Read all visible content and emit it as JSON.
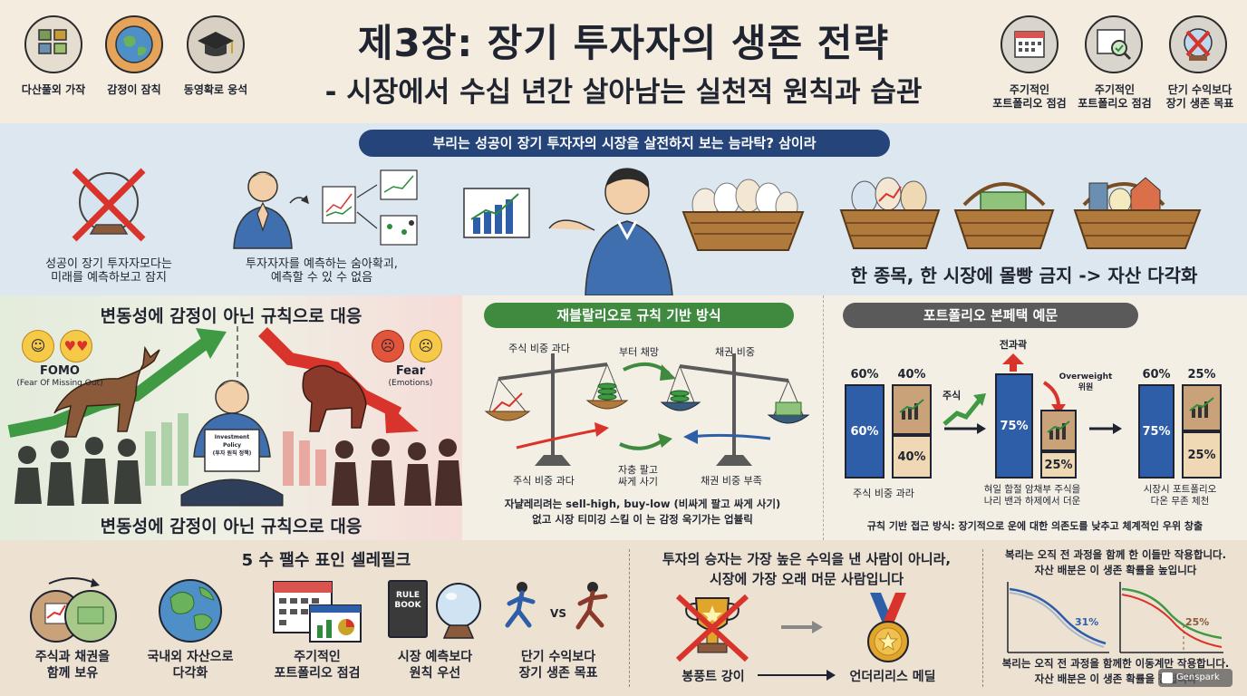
{
  "header": {
    "title": "제3장: 장기 투자자의 생존 전략",
    "subtitle": "- 시장에서 수십 년간 살아남는 실천적 원칙과 습관",
    "left_icons": [
      {
        "label": "다산풀외 가작",
        "icon": "assets-grid-icon"
      },
      {
        "label": "감정이 잠칙",
        "icon": "globe-icon"
      },
      {
        "label": "동영확로 웅석",
        "icon": "graduation-cap-icon"
      }
    ],
    "right_icons": [
      {
        "label": "주기적인\n포트폴리오 점검",
        "icon": "calendar-icon"
      },
      {
        "label": "주기적인\n포트폴리오 점검",
        "icon": "magnifier-icon"
      },
      {
        "label": "단기 수익보다\n장기 생존 목표",
        "icon": "crystal-ball-icon"
      }
    ]
  },
  "banner": {
    "title": "부리는 성공이 장기 투자자의 시장을 살전하지 보는 늠라탁? 삼이라",
    "captions": [
      "성공이 장기 투자자모다는\n미래를 예측하보고 잠지",
      "투자자자를 예측하는 숨아확괴,\n예측할 수 있 수 없음"
    ],
    "diversify_text": "한 종목, 한 시장에 몰빵 금지 -> 자산 다각화"
  },
  "volatility": {
    "title": "변동성에 감정이 아닌 규칙으로 대응",
    "bottom_title": "변동성에 감정이 아닌 규칙으로 대응",
    "fomo": "FOMO",
    "fomo_sub": "(Fear Of Missing Out)",
    "fear": "Fear",
    "fear_sub": "(Emotions)",
    "paper_text": "Investment Policy\n(투자 원칙 정책)"
  },
  "rebalancing": {
    "title": "재블랄리오로 규칙 기반 방식",
    "label_stock_over": "주식 비중 과다",
    "label_from": "부터 채망",
    "label_bond": "채권 비중",
    "label_stock_over_bottom": "주식 비중 과다",
    "label_sell_buy": "자충 팔고\n싸게 사기",
    "label_bond_short": "채권 비중 부족",
    "footer": "자냘레리려는 sell-high, buy-low (비싸게 팔고 싸게 사기)\n없고 시장 티미깅 스킬 이 는 감정 욱기가는 업뷸릭"
  },
  "portfolio": {
    "title": "포트폴리오 본페택 예문",
    "bar1_top": "60%",
    "bar1_value": "60%",
    "bar2_top": "40%",
    "bar2_value": "40%",
    "stock_label": "주식",
    "top_arrow": "전과곽",
    "overweight": "Overweight\n위원",
    "mid_value": "75%",
    "mid_small": "25%",
    "caption1": "주식 비중 과라",
    "caption2": "혀일 함절 암채부 주식을\n나리 밴과 하제에서 더운",
    "caption3": "시장시 포트폴리오\n다온 무존 체천",
    "right_top1": "60%",
    "right_top2": "25%",
    "right_value1": "75%",
    "right_value2": "25%",
    "footer": "규칙 기반 접근 방식: 장기적으로 운에 대한 의존도를 낮추고 체계적인 우위 창출"
  },
  "checklist": {
    "title": "5 수 팰수 표인 셀레필크",
    "items": [
      {
        "label": "주식과 채권을\n함께 보유",
        "icon": "stock-bond-coins-icon"
      },
      {
        "label": "국내외 자산으로\n다각화",
        "icon": "globe-icon"
      },
      {
        "label": "주기적인\n포트폴리오 점검",
        "icon": "calendar-chart-icon"
      },
      {
        "label": "시장 예측보다\n원칙 우선",
        "icon": "rule-book-icon"
      },
      {
        "label": "단기 수익보다\n장기 생존 목표",
        "icon": "runners-icon"
      }
    ],
    "rule_book": "RULE\nBOOK",
    "vs": "VS"
  },
  "winner": {
    "title": "투자의 승자는 가장 높은 수익을 낸 사람이 아니라,\n시장에 가장 오래 머문 사람입니다",
    "trophy_label": "봉풍트 강이",
    "medal_label": "언더리리스 메딜"
  },
  "compound": {
    "top": "복리는 오직 전 과정을 함께 한 이들만 작용합니다.\n자산 배분은 이 생존 확률을 높입니다",
    "pct1": "31%",
    "pct2": "25%",
    "bottom": "복리는 오직 전 과정을 함께한 이동계만 작용합니다.\n자산 배분은 이 생존 확률을 잡립니다",
    "badge": "Genspark"
  }
}
